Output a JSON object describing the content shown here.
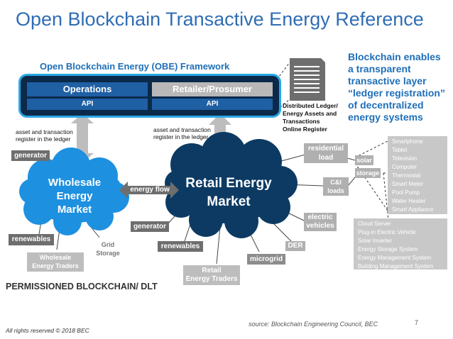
{
  "title": "Open Blockchain Transactive Energy Reference",
  "obe": {
    "title": "Open Blockchain Energy (OBE) Framework",
    "operations": "Operations",
    "retailer": "Retailer/Prosumer",
    "api_left": "API",
    "api_right": "API"
  },
  "ledger": {
    "line1": "Distributed Ledger/",
    "line2": "Energy Assets and",
    "line3": "Transactions",
    "line4": "Online Register"
  },
  "note": {
    "line1": "Blockchain enables",
    "line2": "a transparent",
    "line3": "transactive layer",
    "line4": "“ledger registration”",
    "line5": "of decentralized",
    "line6": "energy systems"
  },
  "register_left": {
    "line1": "asset and transaction",
    "line2": "register in the ledger"
  },
  "register_right": {
    "line1": "asset and transaction",
    "line2": "register in the ledger"
  },
  "wholesale": {
    "line1": "Wholesale",
    "line2": "Energy",
    "line3": "Market"
  },
  "retail": {
    "line1": "Retail Energy",
    "line2": "Market"
  },
  "energy_flow": "energy flow",
  "wholesale_items": {
    "generator": "generator",
    "renewables": "renewables",
    "grid_storage_1": "Grid",
    "grid_storage_2": "Storage",
    "traders_1": "Wholesale",
    "traders_2": "Energy Traders"
  },
  "retail_items": {
    "residential_1": "residential",
    "residential_2": "load",
    "ci_1": "C&I",
    "ci_2": "loads",
    "ev_1": "electric",
    "ev_2": "vehicles",
    "der": "DER",
    "microgrid": "microgrid",
    "renewables": "renewables",
    "generator": "generator",
    "traders_1": "Retail",
    "traders_2": "Energy Traders"
  },
  "solar": "solar",
  "storage": "storage",
  "devices": [
    "Smartphone",
    "Tablet",
    "Television",
    "Computer",
    "Thermostat",
    "Smart Meter",
    "Pool Pump",
    "Water Heater",
    "Smart Appliance"
  ],
  "systems": [
    "Cloud Server",
    "Plug-in Electric Vehicle",
    "Solar Inverter",
    "Energy Storage System",
    "Energy Management System",
    "Building Management System"
  ],
  "permissioned": "PERMISSIONED BLOCKCHAIN/ DLT",
  "rights": "All rights reserved © 2018 BEC",
  "source": "source: Blockchain Engineering Council, BEC",
  "page_number": "7",
  "colors": {
    "title": "#2f6db5",
    "cloud_light": "#1e90e0",
    "cloud_dark": "#0c3a63",
    "frame_border": "#2aa7e6",
    "gray_box": "#8c8c8c"
  }
}
